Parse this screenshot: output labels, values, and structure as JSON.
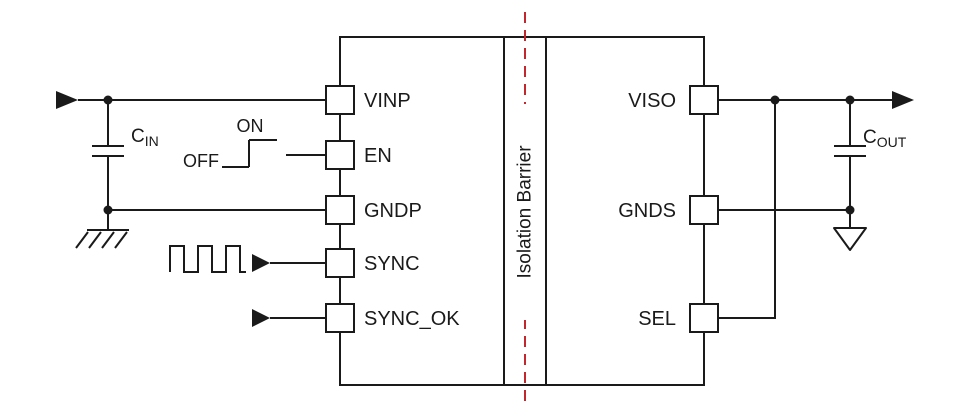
{
  "colors": {
    "line": "#1a1a1a",
    "barrier_red": "#c1272d",
    "background": "#ffffff"
  },
  "ic": {
    "isolation_label": "Isolation Barrier",
    "left_pins": [
      {
        "label": "VINP"
      },
      {
        "label": "EN"
      },
      {
        "label": "GNDP"
      },
      {
        "label": "SYNC"
      },
      {
        "label": "SYNC_OK"
      }
    ],
    "right_pins": [
      {
        "label": "VISO"
      },
      {
        "label": "GNDS"
      },
      {
        "label": "SEL"
      }
    ]
  },
  "annotations": {
    "input_cap": {
      "symbol": "C",
      "sub": "IN"
    },
    "output_cap": {
      "symbol": "C",
      "sub": "OUT"
    },
    "enable_off": "OFF",
    "enable_on": "ON"
  }
}
